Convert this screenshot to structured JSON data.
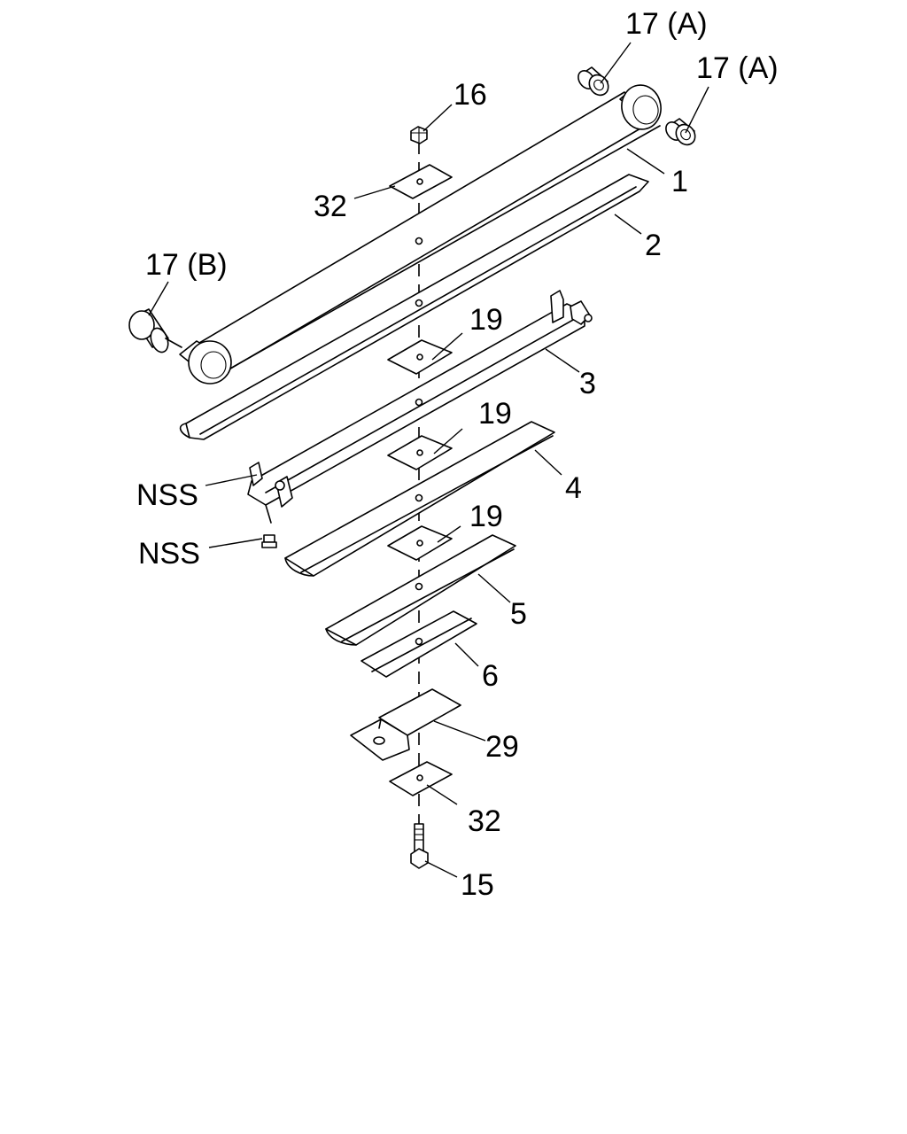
{
  "diagram": {
    "labels": {
      "l17a_top": "17 (A)",
      "l17a_right": "17 (A)",
      "l16": "16",
      "l1": "1",
      "l32_top": "32",
      "l2": "2",
      "l17b": "17 (B)",
      "l19_a": "19",
      "l3": "3",
      "l19_b": "19",
      "l4": "4",
      "lnss_a": "NSS",
      "l19_c": "19",
      "lnss_b": "NSS",
      "l5": "5",
      "l6": "6",
      "l29": "29",
      "l32_bottom": "32",
      "l15": "15"
    }
  }
}
